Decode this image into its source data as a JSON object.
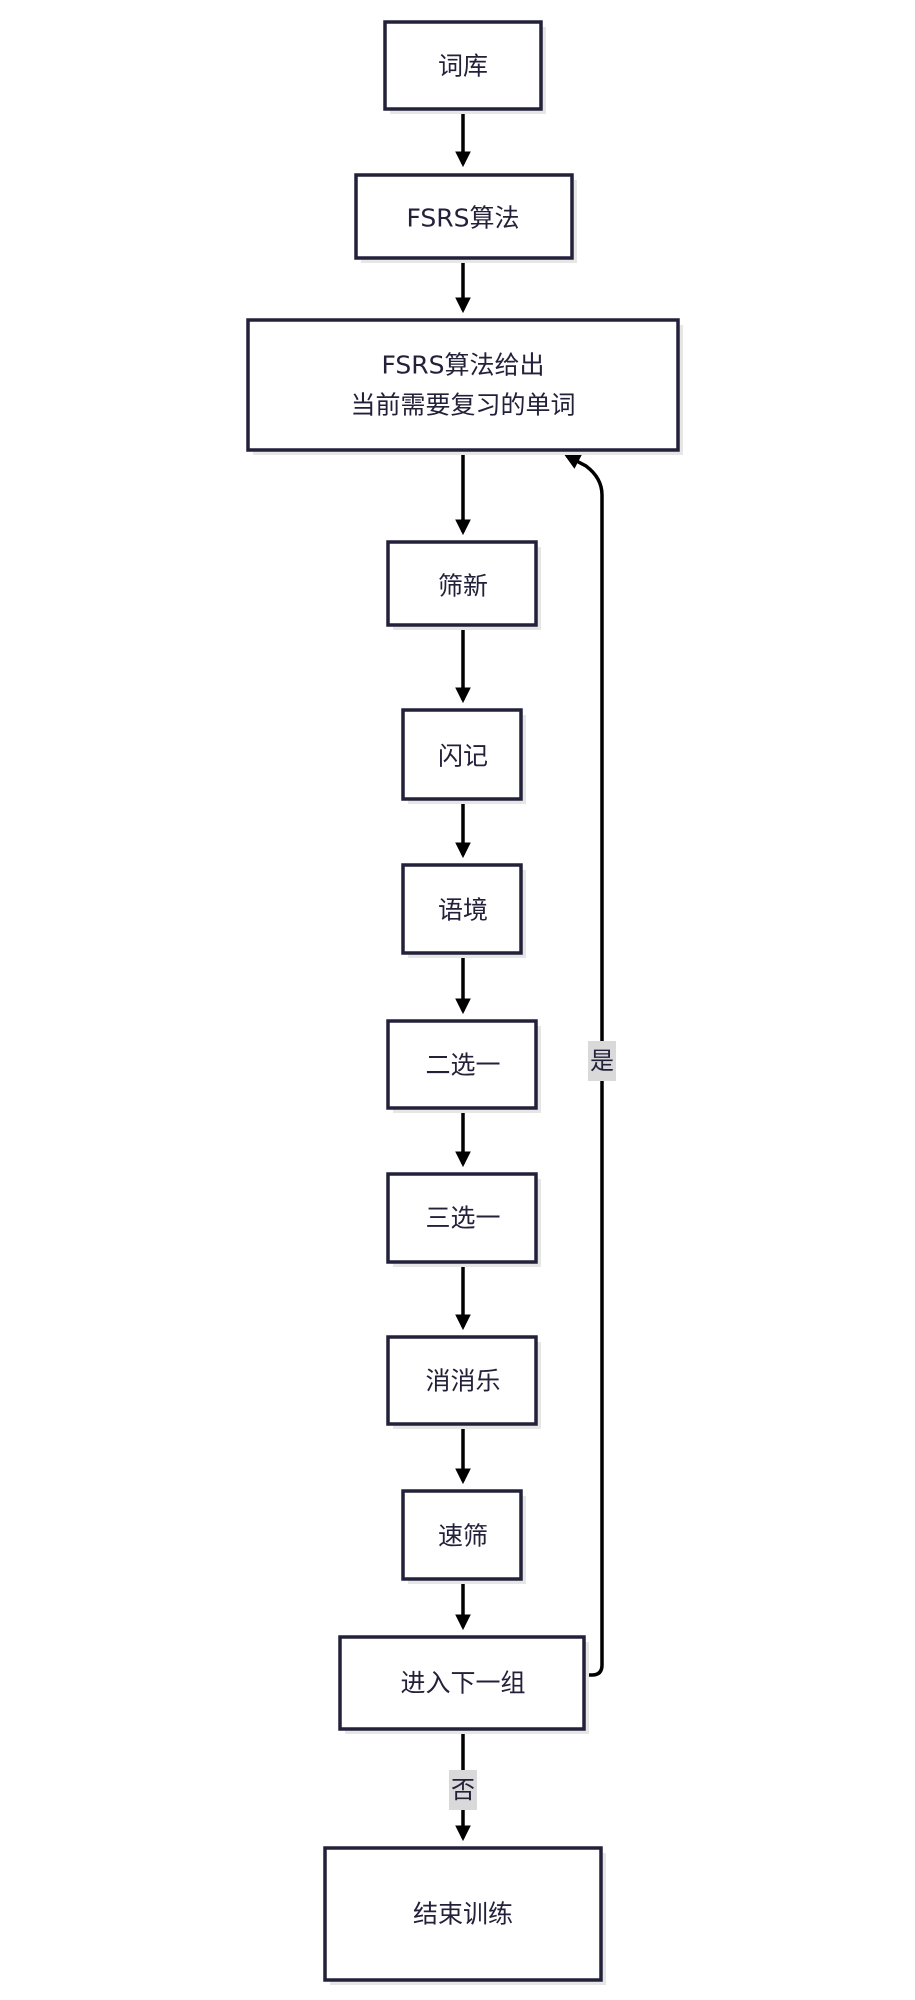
{
  "nodes": {
    "lexicon": "词库",
    "fsrs": "FSRS算法",
    "fsrs_output_line1": "FSRS算法给出",
    "fsrs_output_line2": "当前需要复习的单词",
    "screen_new": "筛新",
    "flash": "闪记",
    "context": "语境",
    "pick_of_two": "二选一",
    "pick_of_three": "三选一",
    "match_game": "消消乐",
    "quick_screen": "速筛",
    "next_group": "进入下一组",
    "end_training": "结束训练"
  },
  "edges": {
    "yes_label": "是",
    "no_label": "否"
  }
}
